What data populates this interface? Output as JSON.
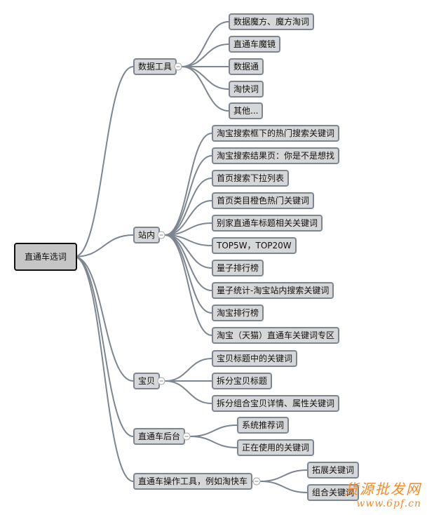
{
  "root": "直通车选词",
  "branches": [
    {
      "label": "数据工具",
      "children": [
        "数据魔方、魔方淘词",
        "直通车魔镜",
        "数据通",
        "淘快词",
        "其他..."
      ]
    },
    {
      "label": "站内",
      "children": [
        "淘宝搜索框下的热门搜索关键词",
        "淘宝搜索结果页：你是不是想找",
        "首页搜索下拉列表",
        "首页类目橙色热门关键词",
        "别家直通车标题相关关键词",
        "TOP5W，TOP20W",
        "量子排行榜",
        "量子统计-淘宝站内搜索关键词",
        "淘宝排行榜",
        "淘宝（天猫）直通车关键词专区"
      ]
    },
    {
      "label": "宝贝",
      "children": [
        "宝贝标题中的关键词",
        "拆分宝贝标题",
        "拆分组合宝贝详情、属性关键词"
      ]
    },
    {
      "label": "直通车后台",
      "children": [
        "系统推荐词",
        "正在使用的关键词"
      ]
    },
    {
      "label": "直通车操作工具，例如淘快车",
      "children": [
        "拓展关键词",
        "组合关键词"
      ]
    }
  ],
  "watermark": {
    "title": "货源批发网",
    "url": "www.6pf.cn"
  },
  "colors": {
    "link": "#7d8690",
    "node_bg": "#d6d7d9",
    "watermark": "#f08a2a"
  }
}
